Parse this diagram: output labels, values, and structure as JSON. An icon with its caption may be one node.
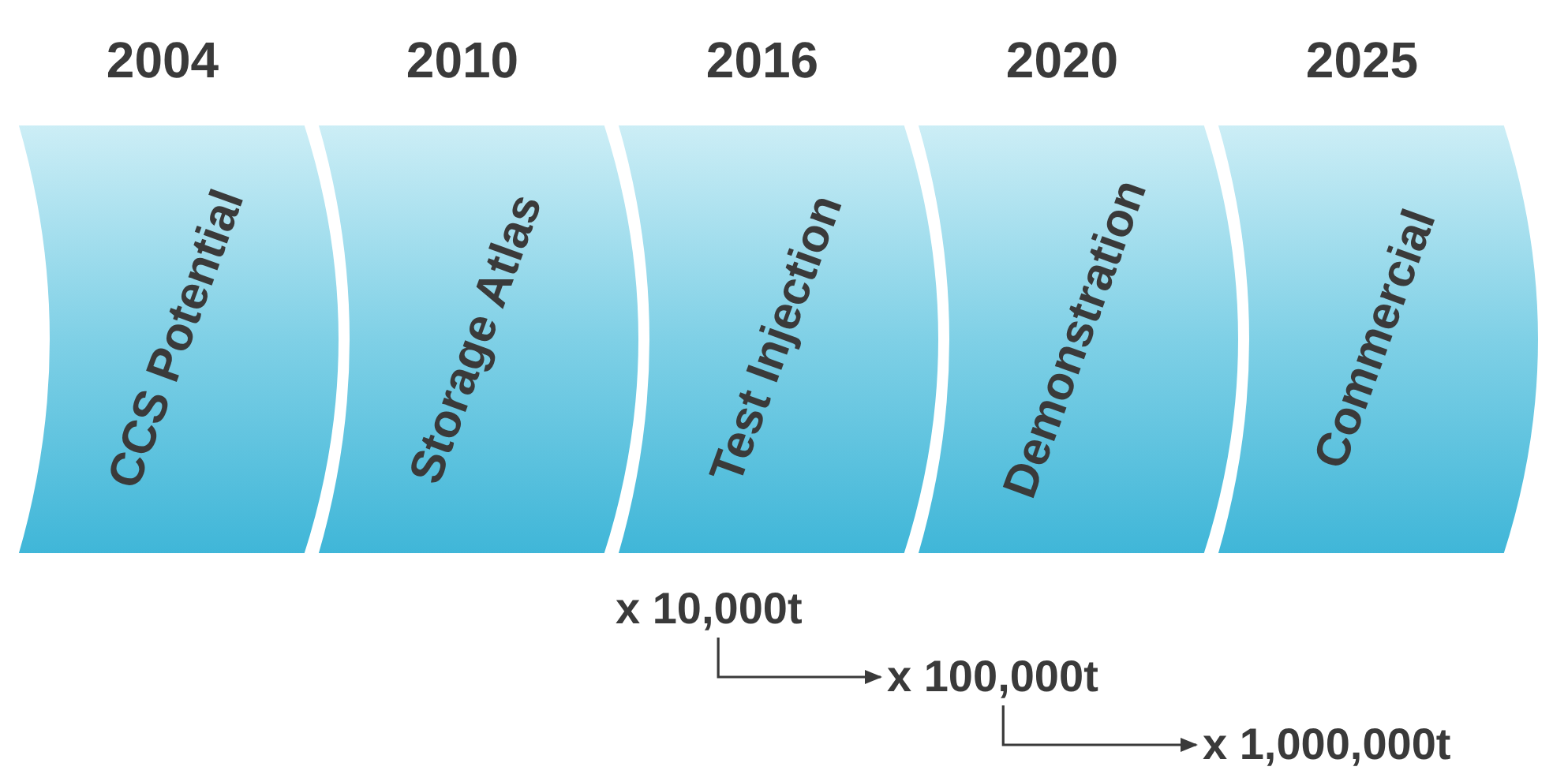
{
  "diagram": {
    "nodes": [
      {
        "text": [
          "2004",
          "CCS Potential"
        ]
      },
      {
        "text": [
          "2010",
          "Storage Atlas"
        ]
      },
      {
        "text": [
          "2016",
          "Test Injection"
        ]
      },
      {
        "text": [
          "2020",
          "Demonstration"
        ]
      },
      {
        "text": [
          "2025",
          "Commercial"
        ]
      },
      {
        "text": [
          "x 10,000t"
        ]
      },
      {
        "text": [
          "x 100,000t"
        ]
      },
      {
        "text": [
          "x 1,000,000t"
        ]
      }
    ],
    "edges": [
      {
        "from": 5,
        "to": 6,
        "arrow": "to"
      },
      {
        "from": 6,
        "to": 7,
        "arrow": "to"
      }
    ]
  }
}
